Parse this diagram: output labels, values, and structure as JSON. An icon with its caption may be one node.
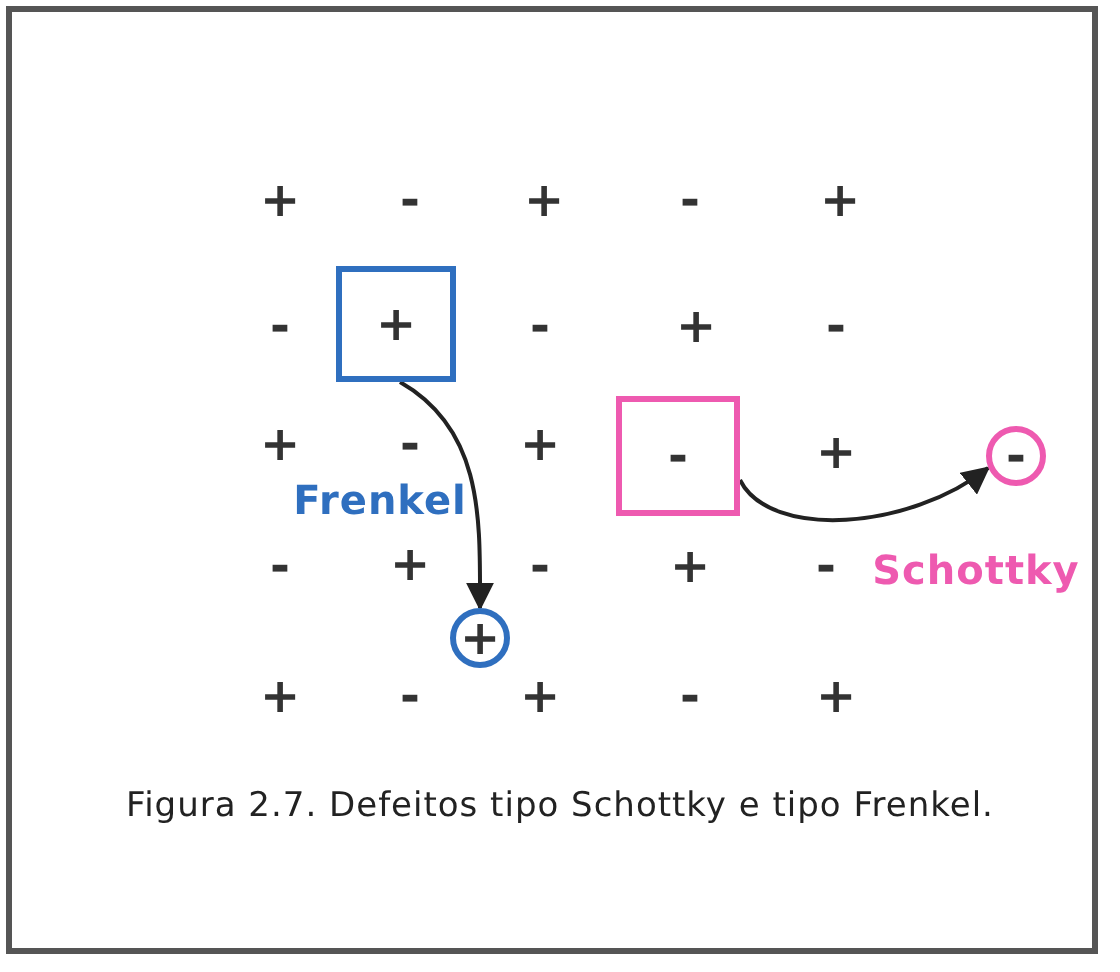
{
  "diagram": {
    "caption": "Figura 2.7. Defeitos tipo Schottky e tipo Frenkel.",
    "nodes": [
      {
        "text": [
          "+"
        ]
      },
      {
        "text": [
          "+"
        ]
      },
      {
        "text": [
          "-"
        ]
      },
      {
        "text": [
          "-"
        ]
      }
    ],
    "edges": [
      {
        "from": 0,
        "to": 1,
        "arrow": "to"
      },
      {
        "from": 2,
        "to": 3,
        "arrow": "to"
      }
    ],
    "labels": [
      "+",
      "-",
      "+",
      "-",
      "+",
      "-",
      "-",
      "+",
      "-",
      "+",
      "-",
      "+",
      "+",
      "Frenkel",
      "-",
      "+",
      "-",
      "+",
      "-",
      "Schottky",
      "+",
      "-",
      "+",
      "-",
      "+"
    ]
  }
}
